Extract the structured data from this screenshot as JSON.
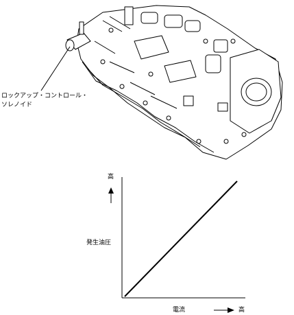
{
  "illustration": {
    "part_label_line1": "ロックアップ・コントロール・",
    "part_label_line2": "ソレノイド"
  },
  "chart_data": {
    "type": "line",
    "title": "",
    "xlabel": "電流",
    "ylabel": "発生油圧",
    "x_high_label": "高",
    "y_high_label": "高",
    "xlim": [
      0,
      1
    ],
    "ylim": [
      0,
      1
    ],
    "grid": false,
    "series": [
      {
        "x": [
          0,
          1
        ],
        "y": [
          0,
          1
        ]
      }
    ]
  }
}
